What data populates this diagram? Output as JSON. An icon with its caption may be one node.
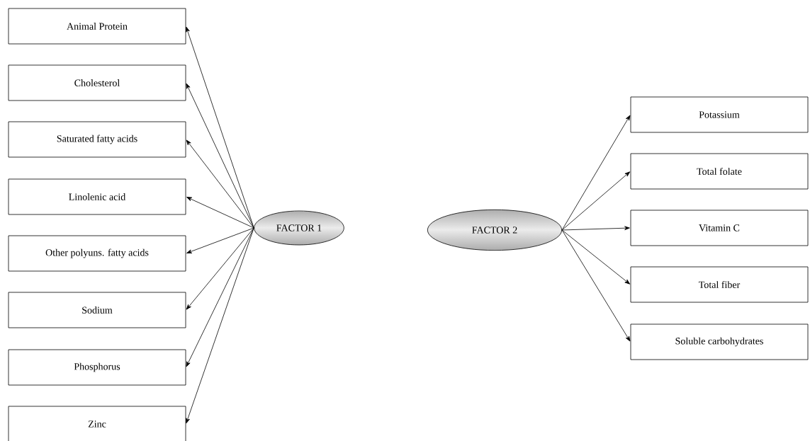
{
  "diagram": {
    "nodes": [
      {
        "text": [
          "Animal Protein"
        ]
      },
      {
        "text": [
          "Cholesterol"
        ]
      },
      {
        "text": [
          "Saturated fatty acids"
        ]
      },
      {
        "text": [
          "Linolenic acid"
        ]
      },
      {
        "text": [
          "Other polyuns. fatty acids"
        ]
      },
      {
        "text": [
          "Sodium"
        ]
      },
      {
        "text": [
          "Phosphorus"
        ]
      },
      {
        "text": [
          "Zinc"
        ]
      },
      {
        "text": [
          "FACTOR  1"
        ]
      },
      {
        "text": [
          "FACTOR  2"
        ]
      },
      {
        "text": [
          "Potassium"
        ]
      },
      {
        "text": [
          "Total folate"
        ]
      },
      {
        "text": [
          "Vitamin C"
        ]
      },
      {
        "text": [
          "Total fiber"
        ]
      },
      {
        "text": [
          "Soluble carbohydrates"
        ]
      }
    ],
    "edges": [
      {
        "from": 8,
        "to": 0,
        "arrow": "to"
      },
      {
        "from": 8,
        "to": 1,
        "arrow": "to"
      },
      {
        "from": 8,
        "to": 2,
        "arrow": "to"
      },
      {
        "from": 8,
        "to": 3,
        "arrow": "to"
      },
      {
        "from": 8,
        "to": 4,
        "arrow": "to"
      },
      {
        "from": 8,
        "to": 5,
        "arrow": "to"
      },
      {
        "from": 8,
        "to": 6,
        "arrow": "to"
      },
      {
        "from": 8,
        "to": 7,
        "arrow": "to"
      },
      {
        "from": 9,
        "to": 10,
        "arrow": "to"
      },
      {
        "from": 9,
        "to": 11,
        "arrow": "to"
      },
      {
        "from": 9,
        "to": 12,
        "arrow": "to"
      },
      {
        "from": 9,
        "to": 13,
        "arrow": "to"
      },
      {
        "from": 9,
        "to": 14,
        "arrow": "to"
      }
    ]
  }
}
